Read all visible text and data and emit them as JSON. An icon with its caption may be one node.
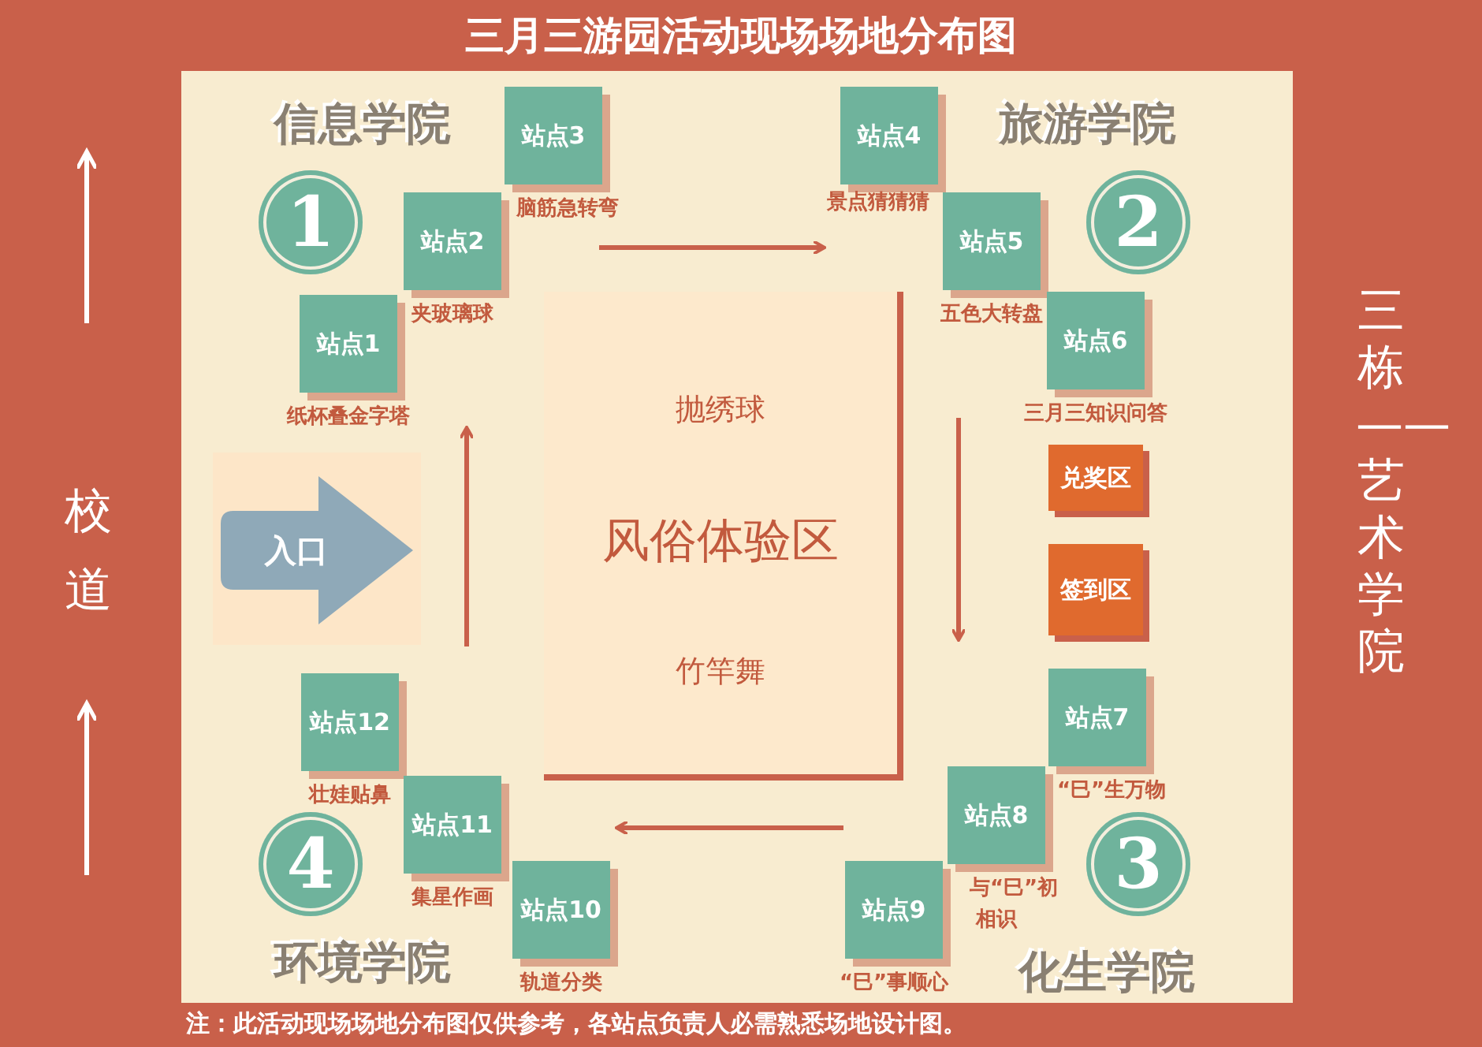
{
  "diagram": {
    "title": "三月三游园活动现场场地分布图",
    "caption": "注：此活动现场场地分布图仅供参考，各站点负责人必需熟悉场地设计图。",
    "nodes": [
      {
        "text": [
          "站点3"
        ],
        "beside": [
          "脑筋急转弯"
        ]
      },
      {
        "text": [
          "站点4"
        ],
        "beside": [
          "景点猜猜猜"
        ]
      },
      {
        "text": [
          "1"
        ]
      },
      {
        "text": [
          "站点2"
        ],
        "beside": [
          "夹玻璃球"
        ]
      },
      {
        "text": [
          "站点5"
        ],
        "beside": [
          "五色大转盘"
        ]
      },
      {
        "text": [
          "2"
        ]
      },
      {
        "text": [
          "站点1"
        ],
        "beside": [
          "纸杯叠金字塔"
        ]
      },
      {
        "text": [
          "站点6"
        ],
        "beside": [
          "三月三知识问答"
        ]
      },
      {
        "text": [
          "抛绣球",
          "风俗体验区",
          "竹竿舞"
        ]
      },
      {
        "text": [
          "兑奖区"
        ]
      },
      {
        "text": [
          "入口"
        ]
      },
      {
        "text": [
          "签到区"
        ]
      },
      {
        "text": [
          "站点12"
        ],
        "beside": [
          "壮娃贴鼻"
        ]
      },
      {
        "text": [
          "站点7"
        ],
        "beside": [
          "“巳”生万物"
        ]
      },
      {
        "text": [
          "站点11"
        ],
        "beside": [
          "集星作画"
        ]
      },
      {
        "text": [
          "站点8"
        ],
        "beside": [
          "与“巳”初相识"
        ]
      },
      {
        "text": [
          "4"
        ]
      },
      {
        "text": [
          "3"
        ]
      },
      {
        "text": [
          "站点10"
        ],
        "beside": [
          "轨道分类"
        ]
      },
      {
        "text": [
          "站点9"
        ],
        "beside": [
          "“巳”事顺心"
        ]
      }
    ],
    "labels": [
      "信息学院",
      "旅游学院",
      "校道",
      "三栋——艺术学院",
      "环境学院",
      "化生学院"
    ]
  }
}
